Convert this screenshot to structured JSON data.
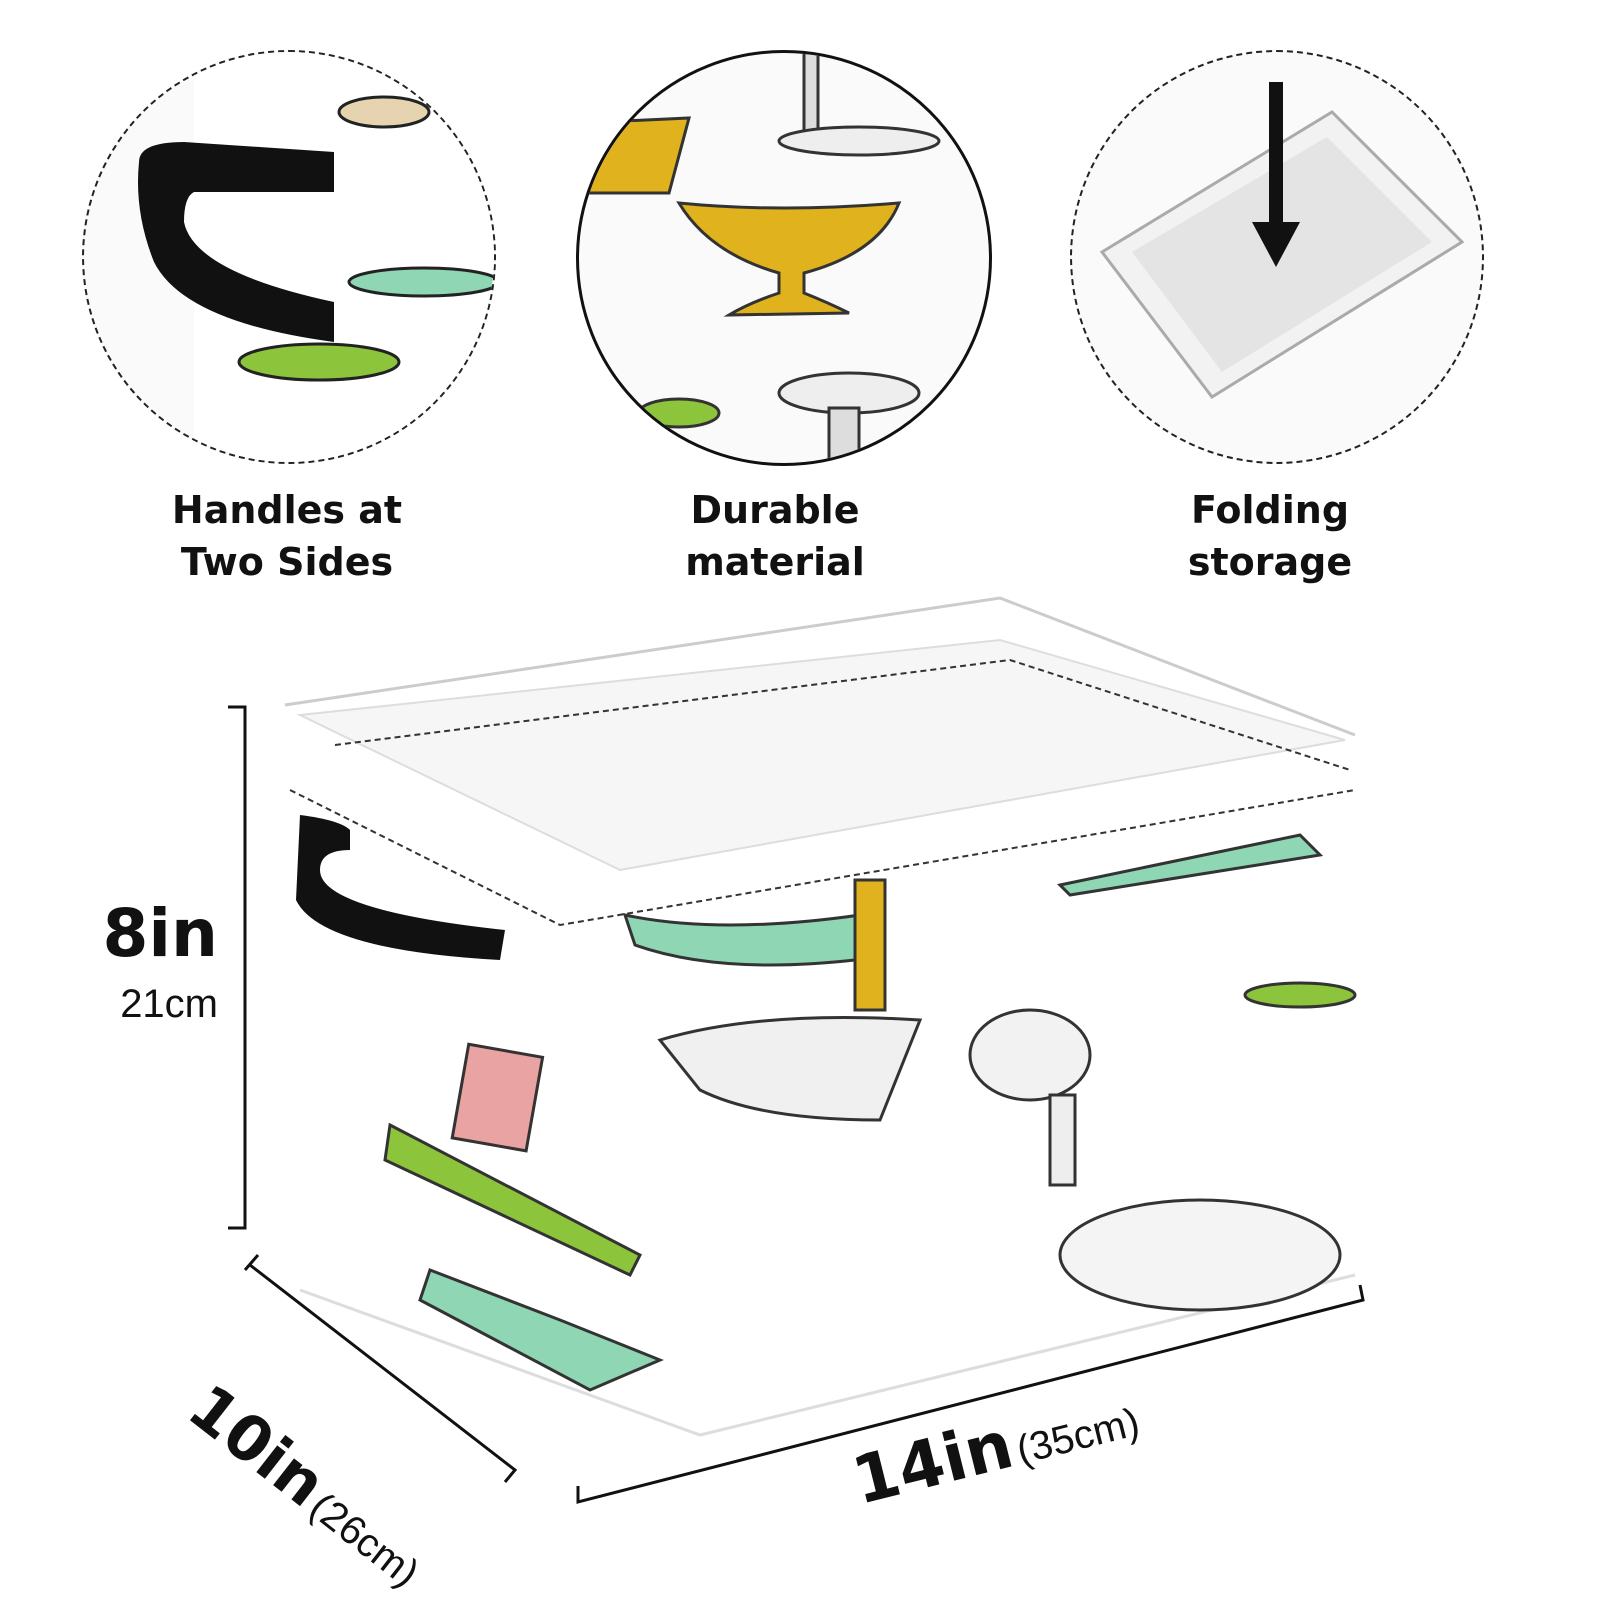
{
  "features": [
    {
      "icon": "handle-closeup",
      "line1": "Handles at",
      "line2": "Two Sides"
    },
    {
      "icon": "material-closeup",
      "line1": "Durable",
      "line2": "material"
    },
    {
      "icon": "folding-closeup",
      "line1": "Folding",
      "line2": "storage"
    }
  ],
  "dimensions": {
    "height_in": "8in",
    "height_cm": "21cm",
    "depth_in": "10in",
    "depth_cm": "(26cm)",
    "width_in": "14in",
    "width_cm": "(35cm)"
  },
  "colors": {
    "handle": "#111111",
    "accent_green": "#8cc43c",
    "accent_gold": "#e0b21e",
    "accent_mint": "#8fd6b4",
    "accent_pink": "#e9a3a3"
  }
}
